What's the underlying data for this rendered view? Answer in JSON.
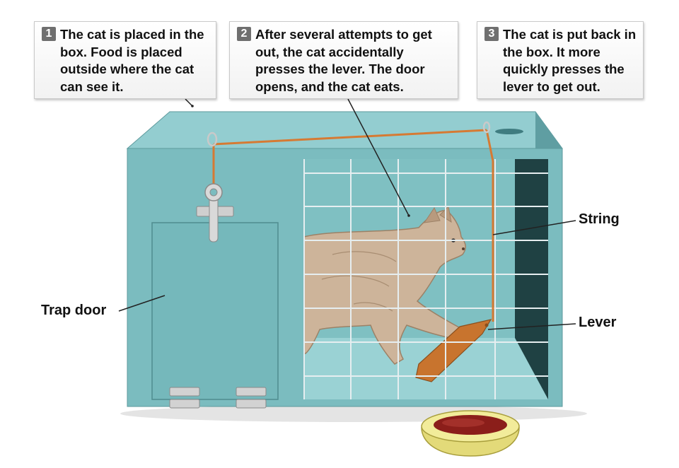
{
  "steps": [
    {
      "number": "1",
      "text": "The cat is placed in the box. Food is placed outside where the cat can see it."
    },
    {
      "number": "2",
      "text": "After several attempts to get out, the cat accidentally presses the lever. The door opens, and the cat eats."
    },
    {
      "number": "3",
      "text": "The cat is put back in the box. It more quickly presses the lever to get out."
    }
  ],
  "labels": {
    "string": "String",
    "lever": "Lever",
    "trap_door": "Trap door"
  },
  "colors": {
    "box_front": "#7bbcbf",
    "box_top": "#93cdd0",
    "box_side": "#5f9ea2",
    "interior_floor": "#9ad2d4",
    "string": "#d67a33",
    "lever": "#c8742e",
    "bowl": "#f2ec9a",
    "food": "#8b1e1a",
    "cat": "#cdb49a"
  }
}
